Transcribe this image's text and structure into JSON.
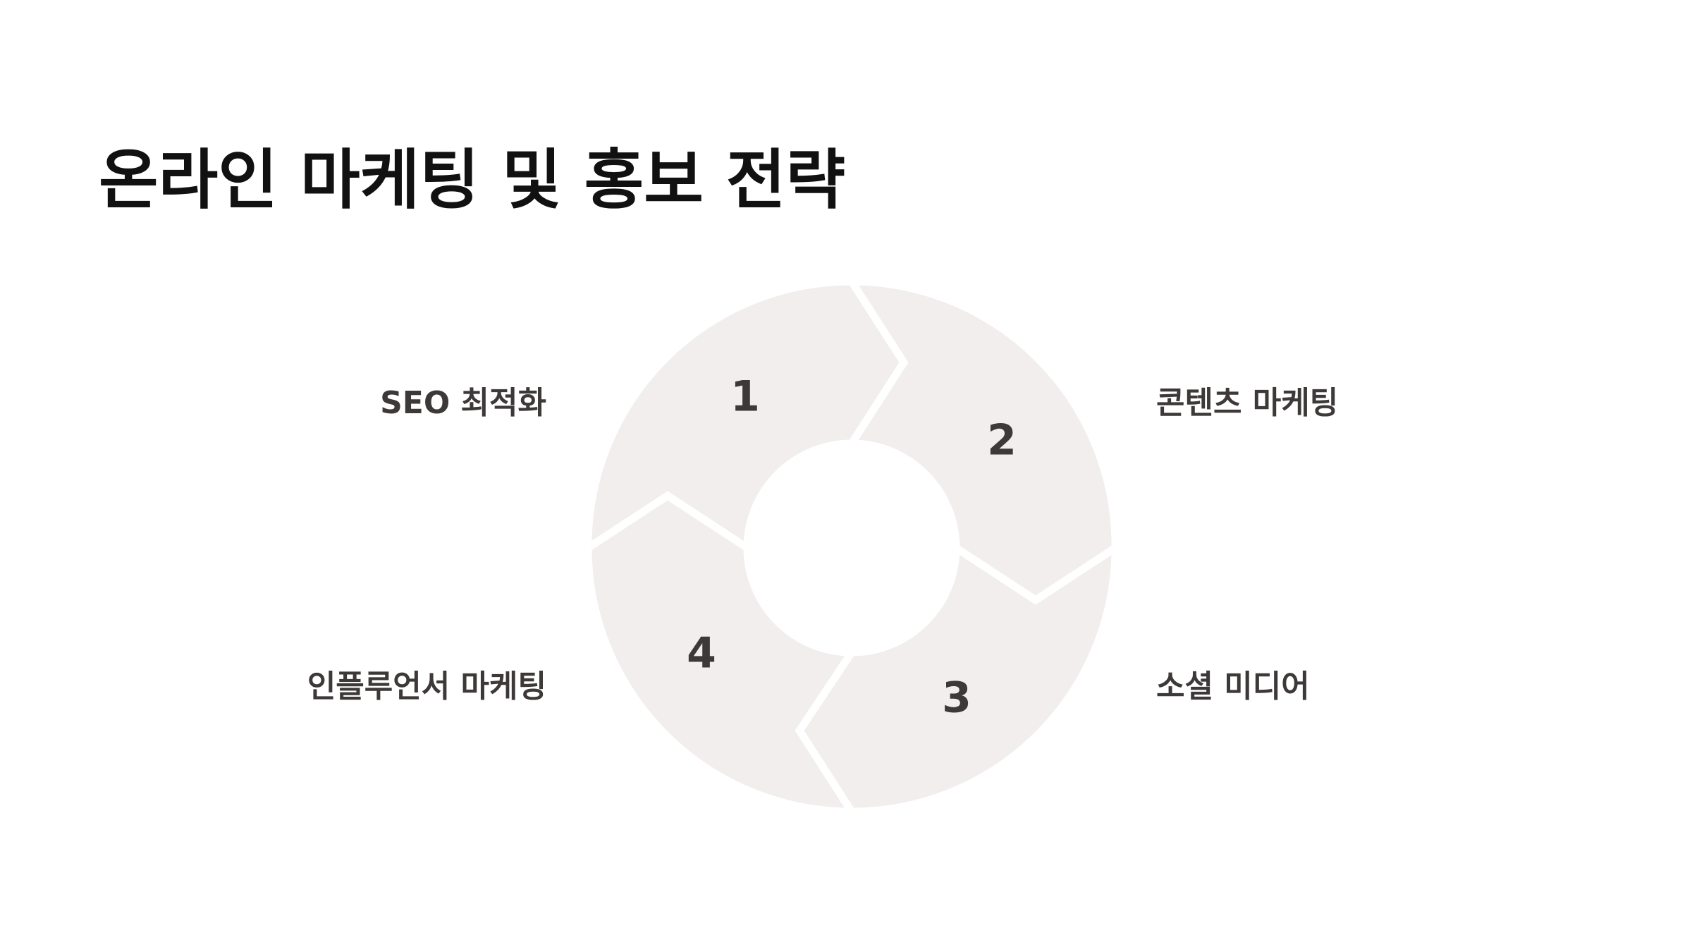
{
  "title": "온라인 마케팅 및 홍보 전략",
  "steps": [
    {
      "number": "1",
      "label": "SEO 최적화"
    },
    {
      "number": "2",
      "label": "콘텐츠 마케팅"
    },
    {
      "number": "3",
      "label": "소셜 미디어"
    },
    {
      "number": "4",
      "label": "인플루언서 마케팅"
    }
  ],
  "colors": {
    "segment_fill": "#f1eeed",
    "text": "#3d3938",
    "title": "#111111",
    "background": "#ffffff"
  }
}
